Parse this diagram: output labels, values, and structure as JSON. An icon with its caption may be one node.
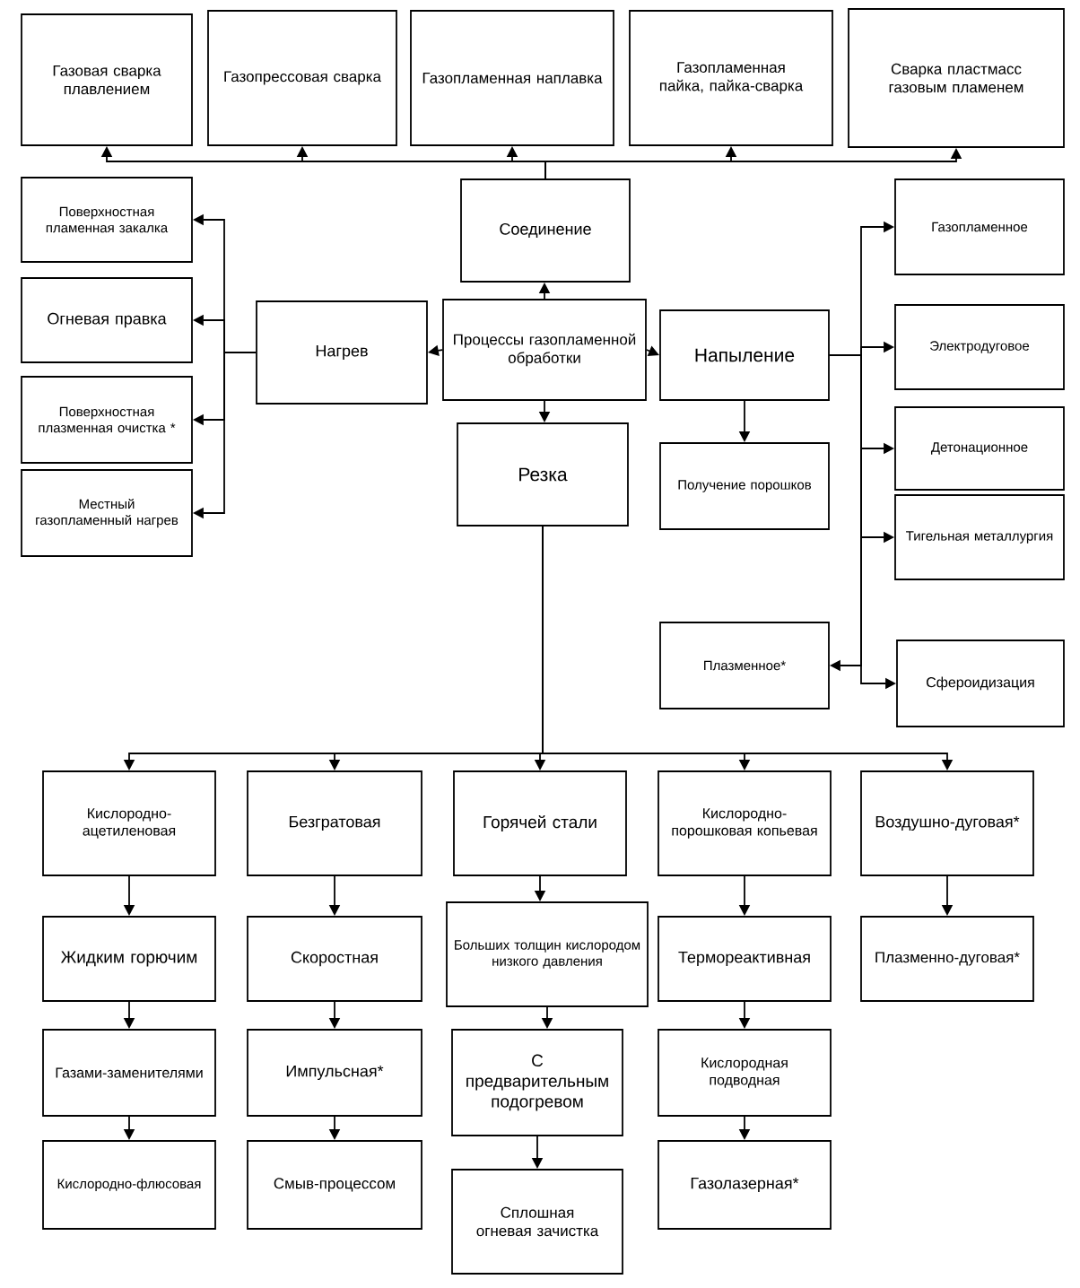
{
  "diagram": {
    "nodes": [
      {
        "text": [
          "Процессы газопламенной обработки"
        ]
      },
      {
        "text": [
          "Соединение"
        ]
      },
      {
        "text": [
          "Газовая сварка плавлением"
        ]
      },
      {
        "text": [
          "Газопрессовая сварка"
        ]
      },
      {
        "text": [
          "Газопламенная наплавка"
        ]
      },
      {
        "text": [
          "Газопламенная пайка, пайка-сварка"
        ]
      },
      {
        "text": [
          "Сварка пластмасс газовым пламенем"
        ]
      },
      {
        "text": [
          "Нагрев"
        ]
      },
      {
        "text": [
          "Поверхностная пламенная закалка"
        ]
      },
      {
        "text": [
          "Огневая правка"
        ]
      },
      {
        "text": [
          "Поверхностная плазменная очистка *"
        ]
      },
      {
        "text": [
          "Местный газопламенный нагрев"
        ]
      },
      {
        "text": [
          "Напыление"
        ]
      },
      {
        "text": [
          "Получение порошков"
        ]
      },
      {
        "text": [
          "Газопламенное"
        ]
      },
      {
        "text": [
          "Электродуговое"
        ]
      },
      {
        "text": [
          "Детонационное"
        ]
      },
      {
        "text": [
          "Тигельная металлургия"
        ]
      },
      {
        "text": [
          "Плазменное*"
        ]
      },
      {
        "text": [
          "Сфероидизация"
        ]
      },
      {
        "text": [
          "Резка"
        ]
      },
      {
        "text": [
          "Кислородно-ацетиленовая"
        ]
      },
      {
        "text": [
          "Безгратовая"
        ]
      },
      {
        "text": [
          "Горячей стали"
        ]
      },
      {
        "text": [
          "Кислородно-порошковая копьевая"
        ]
      },
      {
        "text": [
          "Воздушно-дуговая*"
        ]
      },
      {
        "text": [
          "Жидким горючим"
        ]
      },
      {
        "text": [
          "Скоростная"
        ]
      },
      {
        "text": [
          "Больших толщин кислородом низкого давления"
        ]
      },
      {
        "text": [
          "Термореактивная"
        ]
      },
      {
        "text": [
          "Плазменно-дуговая*"
        ]
      },
      {
        "text": [
          "Газами-заменителями"
        ]
      },
      {
        "text": [
          "Импульсная*"
        ]
      },
      {
        "text": [
          "С предварительным подогревом"
        ]
      },
      {
        "text": [
          "Кислородная подводная"
        ]
      },
      {
        "text": [
          "Кислородно-флюсовая"
        ]
      },
      {
        "text": [
          "Смыв-процессом"
        ]
      },
      {
        "text": [
          "Сплошная огневая зачистка"
        ]
      },
      {
        "text": [
          "Газолазерная*"
        ]
      }
    ],
    "edges": [
      {
        "from": 0,
        "to": 1,
        "arrow": "to"
      },
      {
        "from": 1,
        "to": 2,
        "arrow": "to"
      },
      {
        "from": 1,
        "to": 3,
        "arrow": "to"
      },
      {
        "from": 1,
        "to": 4,
        "arrow": "to"
      },
      {
        "from": 1,
        "to": 5,
        "arrow": "to"
      },
      {
        "from": 1,
        "to": 6,
        "arrow": "to"
      },
      {
        "from": 0,
        "to": 7,
        "arrow": "to"
      },
      {
        "from": 7,
        "to": 8,
        "arrow": "to"
      },
      {
        "from": 7,
        "to": 9,
        "arrow": "to"
      },
      {
        "from": 7,
        "to": 10,
        "arrow": "to"
      },
      {
        "from": 7,
        "to": 11,
        "arrow": "to"
      },
      {
        "from": 0,
        "to": 12,
        "arrow": "to"
      },
      {
        "from": 12,
        "to": 13,
        "arrow": "to"
      },
      {
        "from": 12,
        "to": 14,
        "arrow": "to"
      },
      {
        "from": 12,
        "to": 15,
        "arrow": "to"
      },
      {
        "from": 12,
        "to": 16,
        "arrow": "to"
      },
      {
        "from": 12,
        "to": 17,
        "arrow": "to"
      },
      {
        "from": 12,
        "to": 18,
        "arrow": "to"
      },
      {
        "from": 12,
        "to": 19,
        "arrow": "to"
      },
      {
        "from": 0,
        "to": 20,
        "arrow": "to"
      },
      {
        "from": 20,
        "to": 21,
        "arrow": "to"
      },
      {
        "from": 20,
        "to": 22,
        "arrow": "to"
      },
      {
        "from": 20,
        "to": 23,
        "arrow": "to"
      },
      {
        "from": 20,
        "to": 24,
        "arrow": "to"
      },
      {
        "from": 20,
        "to": 25,
        "arrow": "to"
      },
      {
        "from": 21,
        "to": 26,
        "arrow": "to"
      },
      {
        "from": 22,
        "to": 27,
        "arrow": "to"
      },
      {
        "from": 23,
        "to": 28,
        "arrow": "to"
      },
      {
        "from": 24,
        "to": 29,
        "arrow": "to"
      },
      {
        "from": 25,
        "to": 30,
        "arrow": "to"
      },
      {
        "from": 26,
        "to": 31,
        "arrow": "to"
      },
      {
        "from": 27,
        "to": 32,
        "arrow": "to"
      },
      {
        "from": 28,
        "to": 33,
        "arrow": "to"
      },
      {
        "from": 29,
        "to": 34,
        "arrow": "to"
      },
      {
        "from": 31,
        "to": 35,
        "arrow": "to"
      },
      {
        "from": 32,
        "to": 36,
        "arrow": "to"
      },
      {
        "from": 33,
        "to": 37,
        "arrow": "to"
      },
      {
        "from": 34,
        "to": 38,
        "arrow": "to"
      }
    ]
  }
}
